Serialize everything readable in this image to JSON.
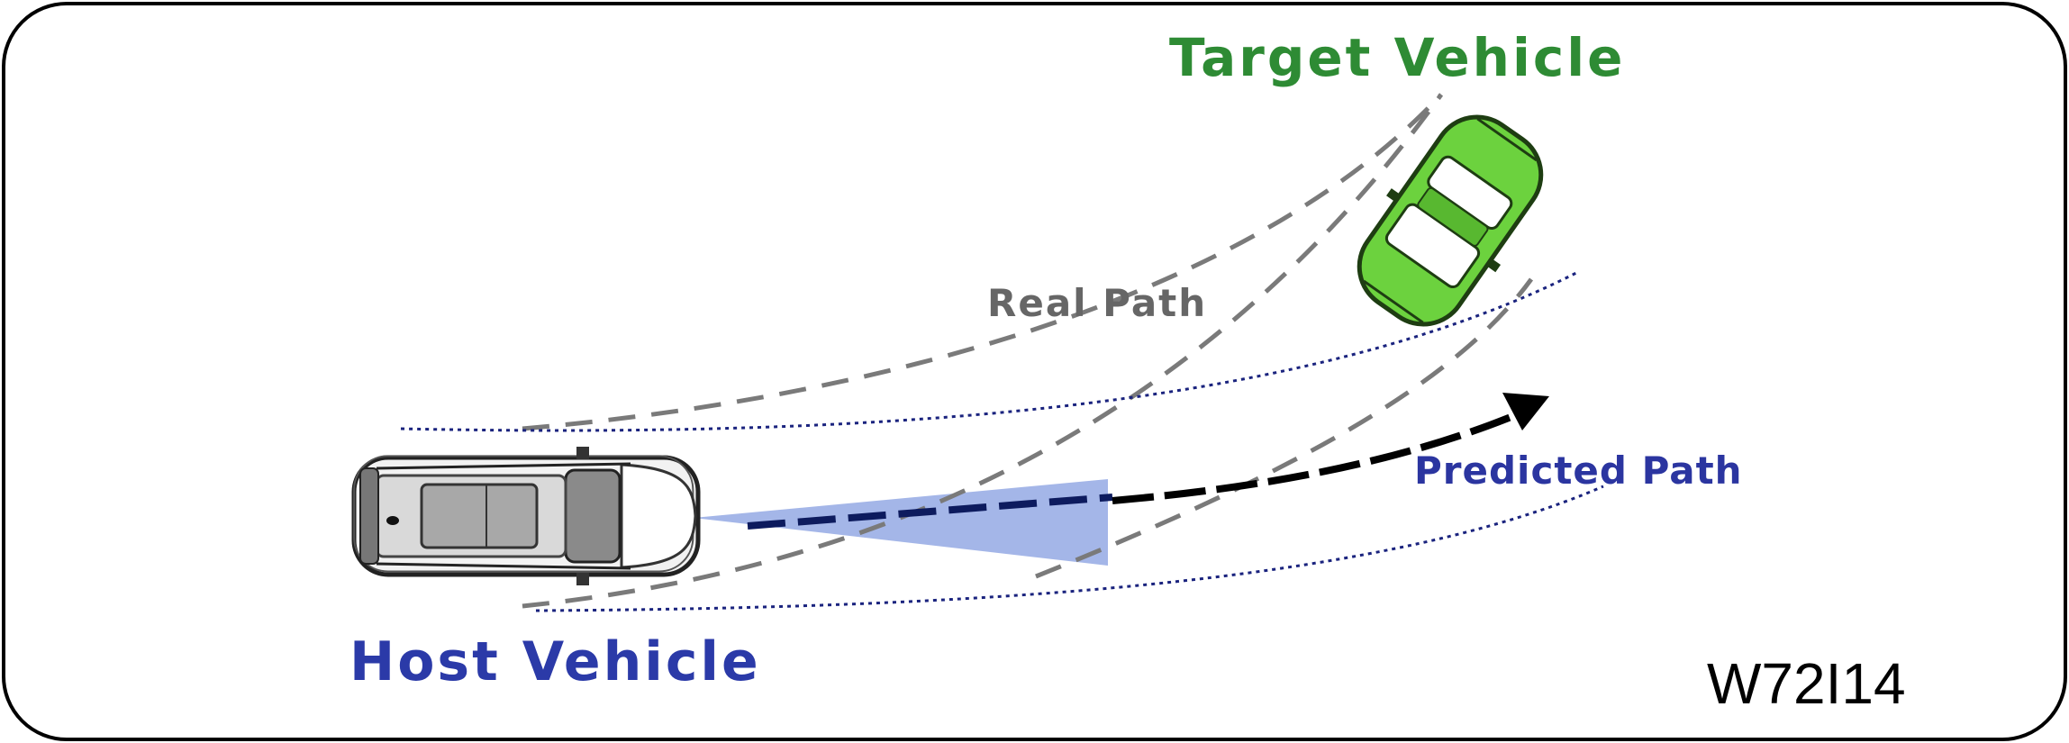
{
  "labels": {
    "target_vehicle": "Target Vehicle",
    "real_path": "Real Path",
    "predicted_path": "Predicted Path",
    "host_vehicle": "Host Vehicle",
    "figure_code": "W72I14"
  },
  "colors": {
    "target_label": "#2e8b34",
    "real_path_label": "#666666",
    "predicted_label": "#2b35a0",
    "host_label": "#2b3aa8",
    "code_label": "#000000",
    "target_car_body": "#6cd23e",
    "host_car_body": "#f2f2f2",
    "sensor_cone": "#9aaee6",
    "real_path_line": "#7a7a7a",
    "envelope_line": "#1a237e",
    "predicted_arrow": "#000000",
    "host_dash_line": "#0d1b5e"
  },
  "icons": {
    "host_vehicle": "suv-top-view-icon",
    "target_vehicle": "car-top-view-icon"
  }
}
